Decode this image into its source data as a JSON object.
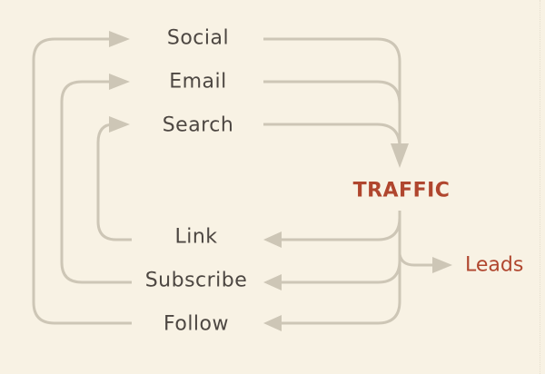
{
  "sources": [
    "Social",
    "Email",
    "Search"
  ],
  "hub": "TRAFFIC",
  "outputs": [
    "Link",
    "Subscribe",
    "Follow"
  ],
  "result": "Leads",
  "colors": {
    "background": "#f8f2e4",
    "line": "#cdc6b6",
    "text": "#4d4742",
    "accent": "#b0462e"
  }
}
